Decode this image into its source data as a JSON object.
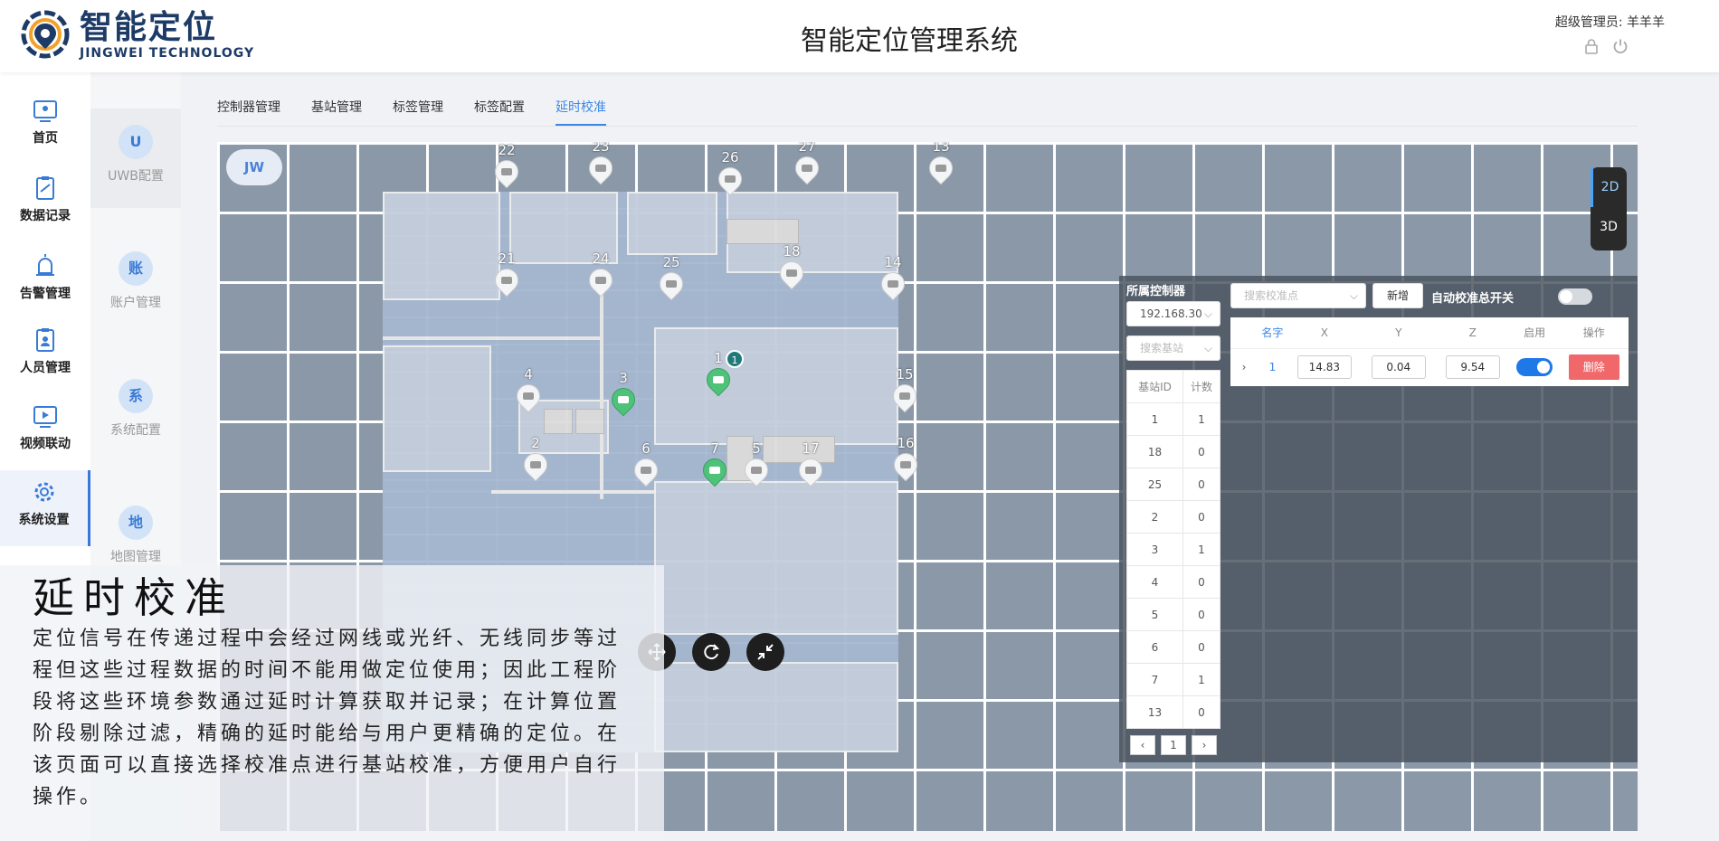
{
  "header": {
    "logo_cn": "智能定位",
    "logo_en": "JINGWEI TECHNOLOGY",
    "title": "智能定位管理系统",
    "user": "超级管理员: 羊羊羊"
  },
  "left_nav": [
    {
      "label": "首页",
      "icon": "home-icon"
    },
    {
      "label": "数据记录",
      "icon": "clipboard-icon"
    },
    {
      "label": "告警管理",
      "icon": "alarm-icon"
    },
    {
      "label": "人员管理",
      "icon": "person-clipboard-icon"
    },
    {
      "label": "视频联动",
      "icon": "video-icon"
    },
    {
      "label": "系统设置",
      "icon": "gear-icon"
    }
  ],
  "sub_nav": [
    {
      "letter": "U",
      "label": "UWB配置"
    },
    {
      "letter": "账",
      "label": "账户管理"
    },
    {
      "letter": "系",
      "label": "系统配置"
    },
    {
      "letter": "地",
      "label": "地图管理"
    }
  ],
  "tabs": [
    "控制器管理",
    "基站管理",
    "标签管理",
    "标签配置",
    "延时校准"
  ],
  "map": {
    "badge": "JW",
    "view_2d": "2D",
    "view_3d": "3D",
    "tag_label": "1",
    "stations": [
      {
        "id": "22",
        "green": false
      },
      {
        "id": "23",
        "green": false
      },
      {
        "id": "26",
        "green": false
      },
      {
        "id": "27",
        "green": false
      },
      {
        "id": "13",
        "green": false
      },
      {
        "id": "21",
        "green": false
      },
      {
        "id": "24",
        "green": false
      },
      {
        "id": "25",
        "green": false
      },
      {
        "id": "18",
        "green": false
      },
      {
        "id": "14",
        "green": false
      },
      {
        "id": "1",
        "green": true
      },
      {
        "id": "3",
        "green": true
      },
      {
        "id": "4",
        "green": false
      },
      {
        "id": "15",
        "green": false
      },
      {
        "id": "2",
        "green": false
      },
      {
        "id": "6",
        "green": false
      },
      {
        "id": "7",
        "green": true
      },
      {
        "id": "5",
        "green": false
      },
      {
        "id": "17",
        "green": false
      },
      {
        "id": "16",
        "green": false
      }
    ]
  },
  "panel": {
    "controller_title": "所属控制器",
    "controller_value": "192.168.30",
    "station_search_placeholder": "搜索基站",
    "table_headers": [
      "基站ID",
      "计数"
    ],
    "table_rows": [
      [
        "1",
        "1"
      ],
      [
        "18",
        "0"
      ],
      [
        "25",
        "0"
      ],
      [
        "2",
        "0"
      ],
      [
        "3",
        "1"
      ],
      [
        "4",
        "0"
      ],
      [
        "5",
        "0"
      ],
      [
        "6",
        "0"
      ],
      [
        "7",
        "1"
      ],
      [
        "13",
        "0"
      ]
    ],
    "page": "1",
    "cal_search_placeholder": "搜索校准点",
    "add_label": "新增",
    "auto_label": "自动校准总开关",
    "cal_headers": [
      "名字",
      "X",
      "Y",
      "Z",
      "启用",
      "操作"
    ],
    "cal_row": {
      "name": "1",
      "x": "14.83",
      "y": "0.04",
      "z": "9.54",
      "delete": "删除"
    }
  },
  "overlay": {
    "title": "延时校准",
    "body": "定位信号在传递过程中会经过网线或光纤、无线同步等过程但这些过程数据的时间不能用做定位使用；因此工程阶段将这些环境参数通过延时计算获取并记录；在计算位置阶段剔除过滤，精确的延时能给与用户更精确的定位。在该页面可以直接选择校准点进行基站校准，方便用户自行操作。"
  },
  "colors": {
    "accent": "#3a86e8",
    "green": "#4fc27a",
    "danger": "#f0686a"
  }
}
